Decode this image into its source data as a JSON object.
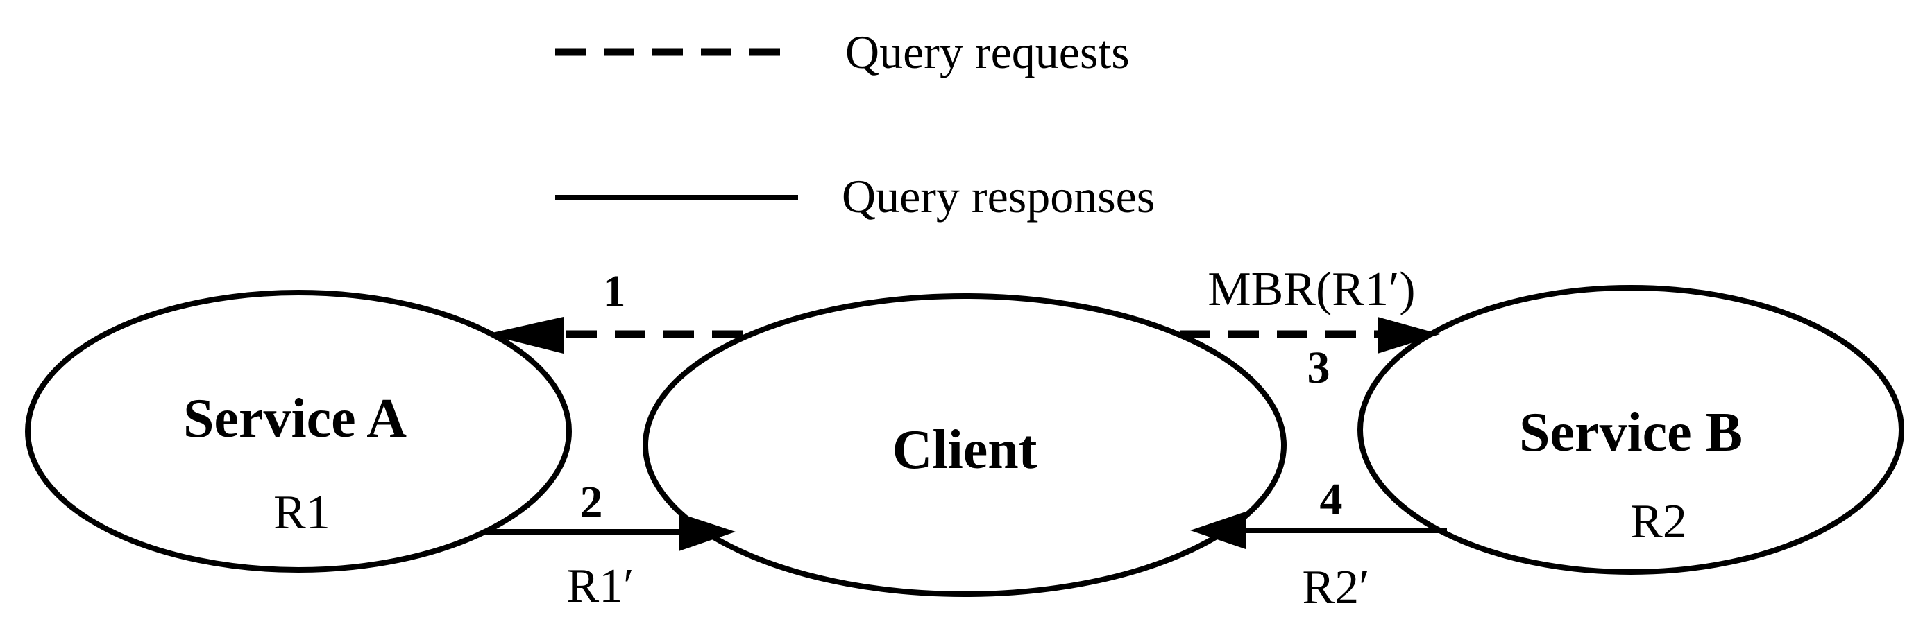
{
  "legend": {
    "requests_label": "Query requests",
    "responses_label": "Query responses"
  },
  "nodes": {
    "service_a": {
      "title": "Service A",
      "sub": "R1"
    },
    "client": {
      "title": "Client"
    },
    "service_b": {
      "title": "Service B",
      "sub": "R2"
    }
  },
  "edges": {
    "step1": {
      "num": "1"
    },
    "step2": {
      "num": "2",
      "text": "R1′"
    },
    "step3": {
      "num": "3",
      "text": "MBR(R1′)"
    },
    "step4": {
      "num": "4",
      "text": "R2′"
    }
  }
}
